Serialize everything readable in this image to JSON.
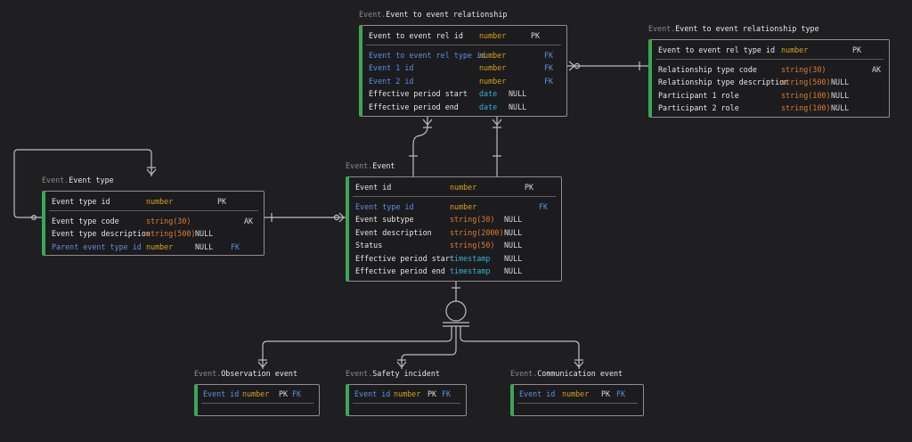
{
  "entities": {
    "er": {
      "schema": "Event.",
      "name": "Event to event relationship",
      "rows": [
        {
          "name": "Event to event rel id",
          "type": "number",
          "null": "",
          "pk": "PK",
          "fk": ""
        },
        {
          "name": "Event to event rel type id",
          "type": "number",
          "null": "",
          "pk": "",
          "fk": "FK"
        },
        {
          "name": "Event 1 id",
          "type": "number",
          "null": "",
          "pk": "",
          "fk": "FK"
        },
        {
          "name": "Event 2 id",
          "type": "number",
          "null": "",
          "pk": "",
          "fk": "FK"
        },
        {
          "name": "Effective period start",
          "type": "date",
          "null": "NULL",
          "pk": "",
          "fk": ""
        },
        {
          "name": "Effective period end",
          "type": "date",
          "null": "NULL",
          "pk": "",
          "fk": ""
        }
      ]
    },
    "ert": {
      "schema": "Event.",
      "name": "Event to event relationship type",
      "rows": [
        {
          "name": "Event to event rel type id",
          "type": "number",
          "null": "",
          "pk": "PK",
          "fk": ""
        },
        {
          "name": "Relationship type code",
          "type": "string(30)",
          "null": "",
          "pk": "",
          "fk": "",
          "ak": "AK"
        },
        {
          "name": "Relationship type description",
          "type": "string(500)",
          "null": "NULL",
          "pk": "",
          "fk": ""
        },
        {
          "name": "Participant 1 role",
          "type": "string(100)",
          "null": "NULL",
          "pk": "",
          "fk": ""
        },
        {
          "name": "Participant 2 role",
          "type": "string(100)",
          "null": "NULL",
          "pk": "",
          "fk": ""
        }
      ]
    },
    "et": {
      "schema": "Event.",
      "name": "Event type",
      "rows": [
        {
          "name": "Event type id",
          "type": "number",
          "null": "",
          "pk": "PK",
          "fk": ""
        },
        {
          "name": "Event type code",
          "type": "string(30)",
          "null": "",
          "pk": "",
          "fk": "",
          "ak": "AK"
        },
        {
          "name": "Event type description",
          "type": "string(500)",
          "null": "NULL",
          "pk": "",
          "fk": ""
        },
        {
          "name": "Parent event type id",
          "type": "number",
          "null": "NULL",
          "pk": "",
          "fk": "FK"
        }
      ]
    },
    "ev": {
      "schema": "Event.",
      "name": "Event",
      "rows": [
        {
          "name": "Event id",
          "type": "number",
          "null": "",
          "pk": "PK",
          "fk": ""
        },
        {
          "name": "Event type id",
          "type": "number",
          "null": "",
          "pk": "",
          "fk": "FK"
        },
        {
          "name": "Event subtype",
          "type": "string(30)",
          "null": "NULL",
          "pk": "",
          "fk": ""
        },
        {
          "name": "Event description",
          "type": "string(2000)",
          "null": "NULL",
          "pk": "",
          "fk": ""
        },
        {
          "name": "Status",
          "type": "string(50)",
          "null": "NULL",
          "pk": "",
          "fk": ""
        },
        {
          "name": "Effective period start",
          "type": "timestamp",
          "null": "NULL",
          "pk": "",
          "fk": ""
        },
        {
          "name": "Effective period end",
          "type": "timestamp",
          "null": "NULL",
          "pk": "",
          "fk": ""
        }
      ]
    },
    "obs": {
      "schema": "Event.",
      "name": "Observation event",
      "rows": [
        {
          "name": "Event id",
          "type": "number",
          "null": "",
          "pk": "PK",
          "fk": "FK"
        }
      ]
    },
    "saf": {
      "schema": "Event.",
      "name": "Safety incident",
      "rows": [
        {
          "name": "Event id",
          "type": "number",
          "null": "",
          "pk": "PK",
          "fk": "FK"
        }
      ]
    },
    "com": {
      "schema": "Event.",
      "name": "Communication event",
      "rows": [
        {
          "name": "Event id",
          "type": "number",
          "null": "",
          "pk": "PK",
          "fk": "FK"
        }
      ]
    }
  },
  "colors": {
    "background": "#1f1f21",
    "accent": "#3aa757",
    "key_column": "#5b8fe0",
    "type_number": "#d4a017",
    "type_string": "#e07b2a",
    "type_datetime": "#2fb3d1",
    "line": "#bdbdc2"
  }
}
